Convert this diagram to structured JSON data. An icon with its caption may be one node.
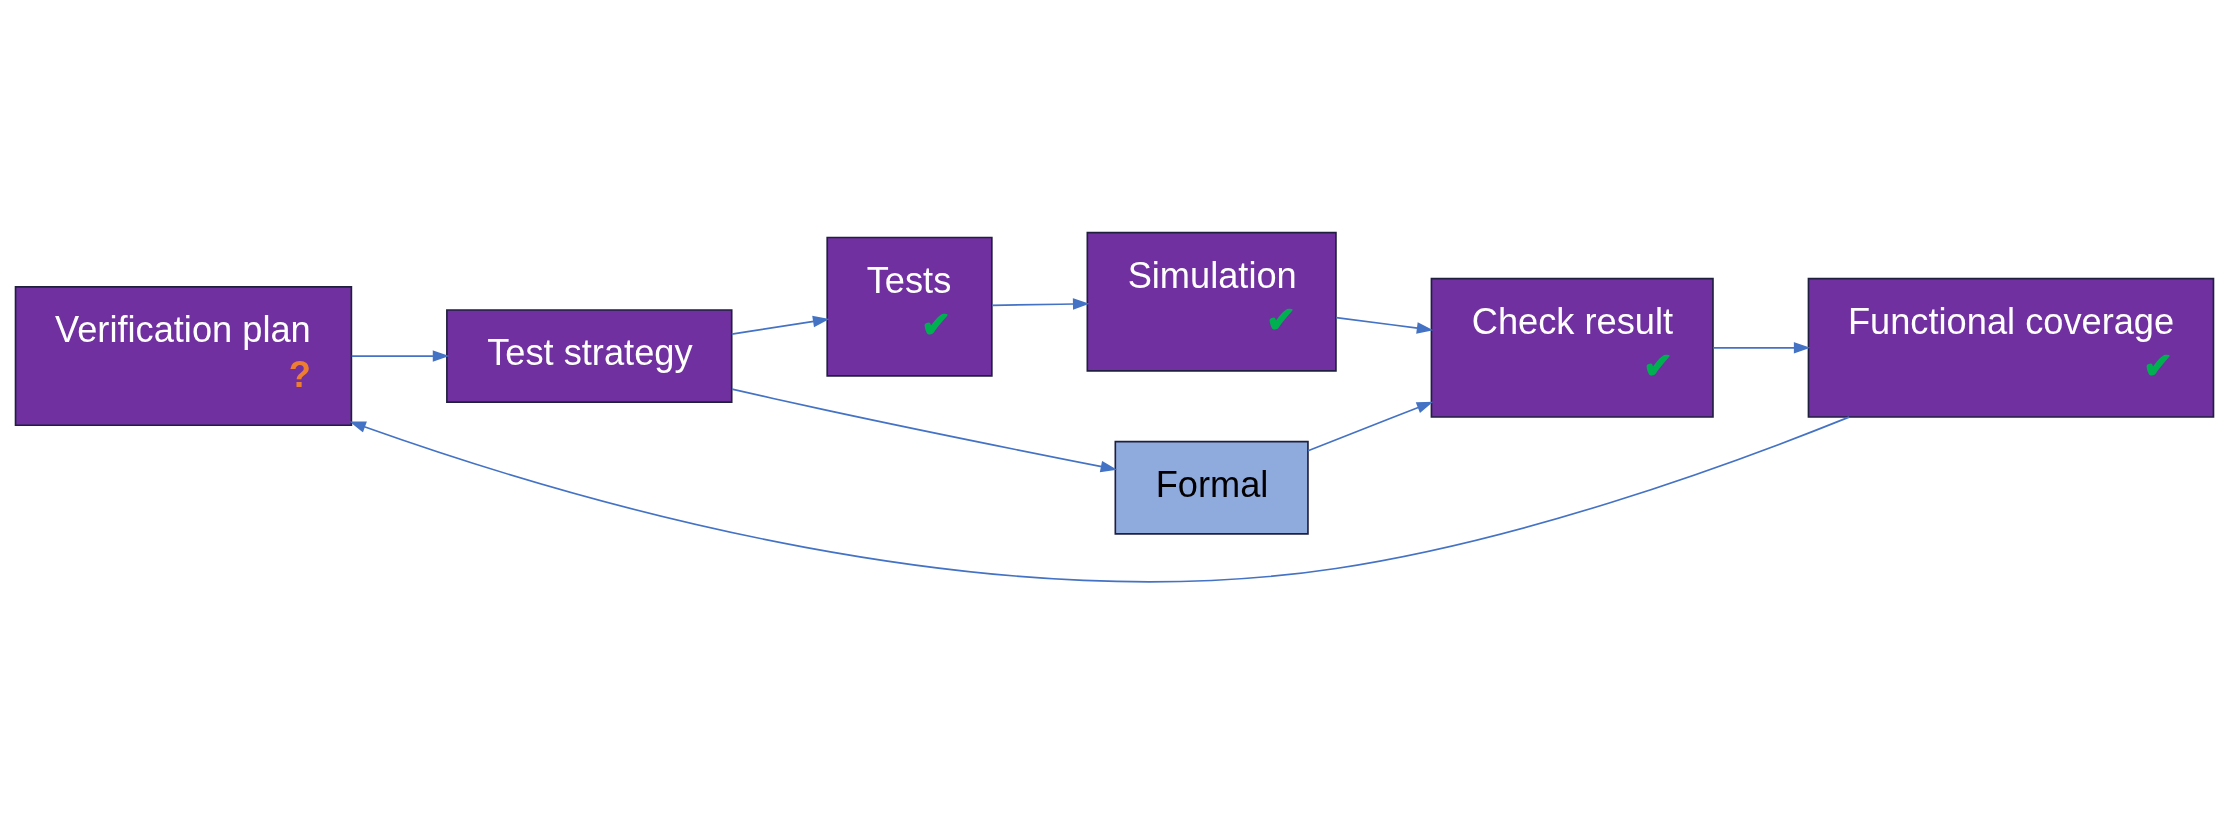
{
  "diagram": {
    "nodes": [
      {
        "text": [
          "Verification plan",
          "?"
        ]
      },
      {
        "text": [
          "Functional coverage",
          "✔"
        ]
      },
      {
        "text": [
          "Tests",
          "✔"
        ]
      },
      {
        "text": [
          "Simulation",
          "✔"
        ]
      },
      {
        "text": [
          "Test strategy"
        ]
      },
      {
        "text": [
          "Check result",
          "✔"
        ]
      },
      {
        "text": [
          "Formal"
        ]
      }
    ],
    "edges": [
      {
        "from": 0,
        "to": 4,
        "arrow": "to"
      },
      {
        "from": 4,
        "to": 2,
        "arrow": "to"
      },
      {
        "from": 4,
        "to": 6,
        "arrow": "to"
      },
      {
        "from": 2,
        "to": 3,
        "arrow": "to"
      },
      {
        "from": 3,
        "to": 5,
        "arrow": "to"
      },
      {
        "from": 6,
        "to": 5,
        "arrow": "to"
      },
      {
        "from": 5,
        "to": 1,
        "arrow": "to"
      },
      {
        "from": 1,
        "to": 0,
        "arrow": "to"
      }
    ]
  }
}
